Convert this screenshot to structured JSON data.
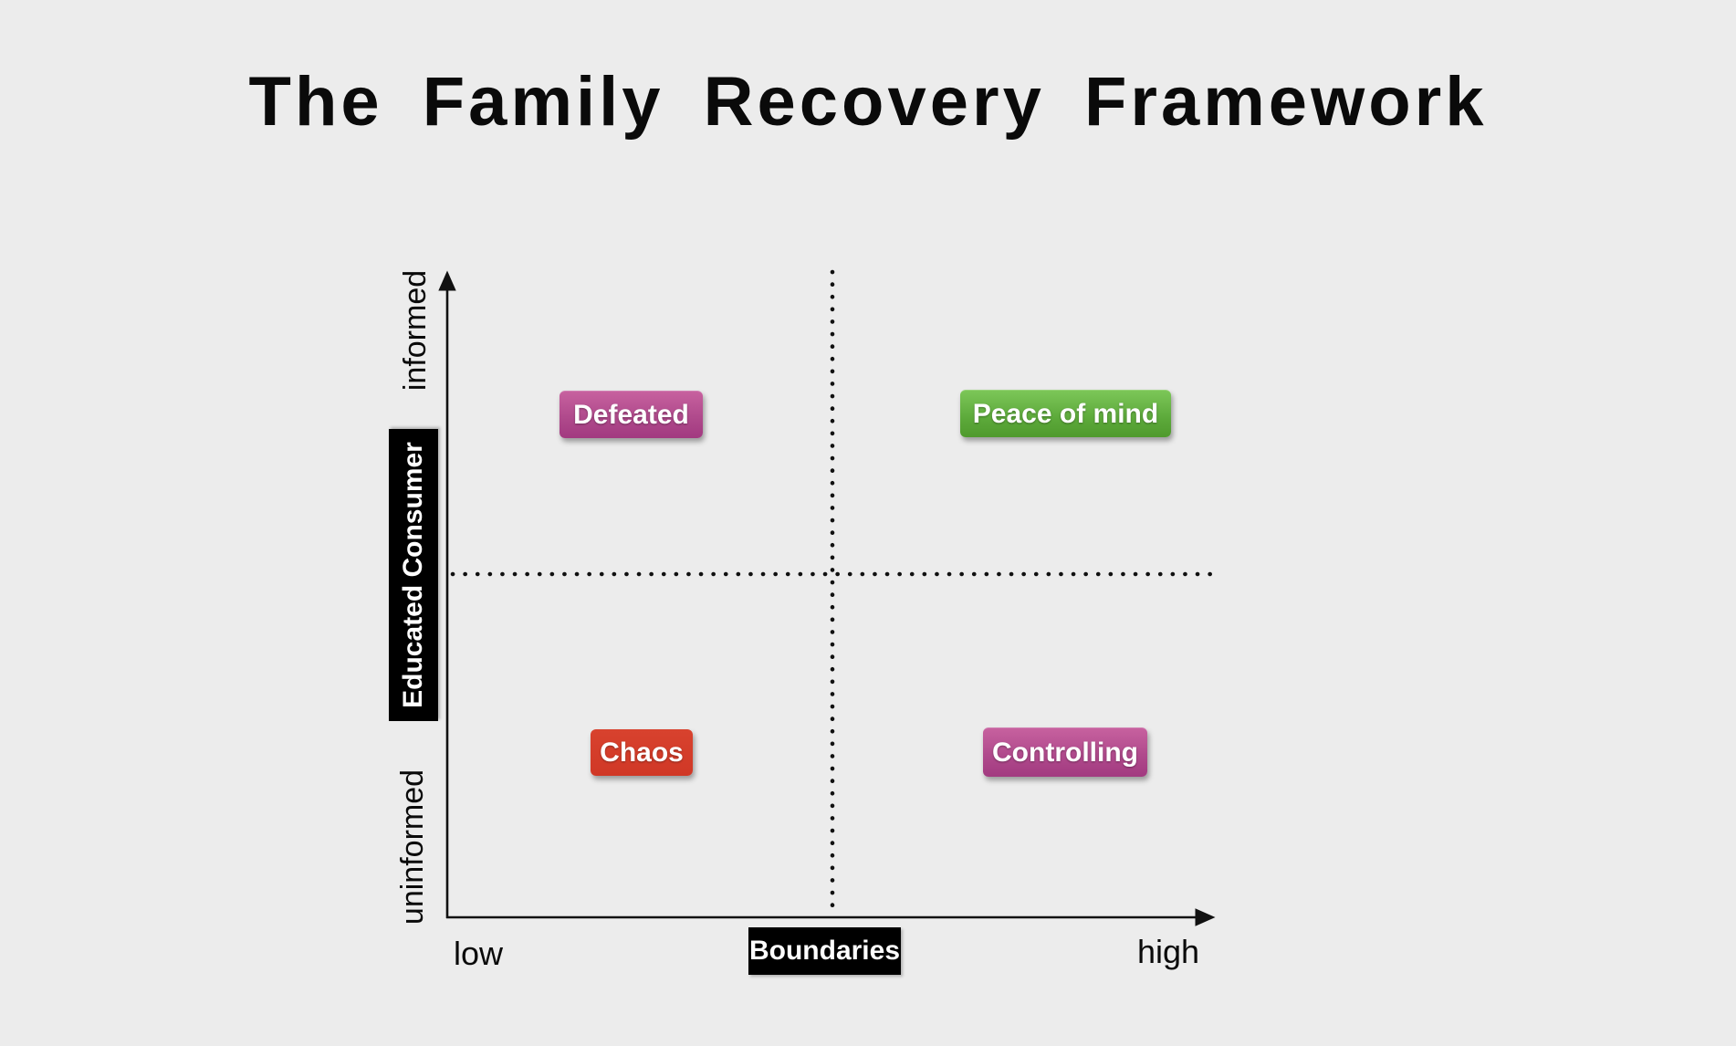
{
  "title": "The Family Recovery Framework",
  "y_axis": {
    "label": "Educated Consumer",
    "top_caption": "informed",
    "bottom_caption": "uninformed"
  },
  "x_axis": {
    "label": "Boundaries",
    "left_caption": "low",
    "right_caption": "high"
  },
  "quadrants": {
    "top_left": {
      "label": "Defeated",
      "color": "#b04a8c"
    },
    "top_right": {
      "label": "Peace of mind",
      "color": "#5ca93a"
    },
    "bottom_left": {
      "label": "Chaos",
      "color": "#d23b28"
    },
    "bottom_right": {
      "label": "Controlling",
      "color": "#b04a8c"
    }
  },
  "colors": {
    "background": "#ececec",
    "axis": "#111111",
    "axis_label_box_bg": "#000000",
    "axis_label_box_text": "#ffffff",
    "chip_text": "#ffffff",
    "title_text": "#0a0a0a"
  },
  "chart_data": {
    "type": "quadrant-matrix",
    "title": "The Family Recovery Framework",
    "xlabel": "Boundaries",
    "ylabel": "Educated Consumer",
    "x_range_labels": [
      "low",
      "high"
    ],
    "y_range_labels": [
      "uninformed",
      "informed"
    ],
    "quadrant_labels": {
      "low_boundaries_informed": "Defeated",
      "high_boundaries_informed": "Peace of mind",
      "low_boundaries_uninformed": "Chaos",
      "high_boundaries_uninformed": "Controlling"
    },
    "divider_style": "dotted",
    "axis_style": "arrows"
  }
}
